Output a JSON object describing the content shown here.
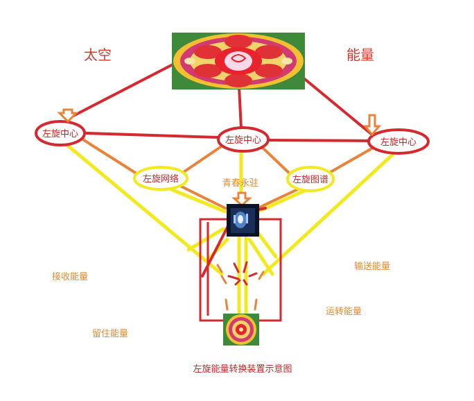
{
  "labels": {
    "space": "太空",
    "energy": "能量",
    "center_left": "左旋中心",
    "center_mid": "左旋中心",
    "center_right": "左旋中心",
    "network": "左旋网络",
    "map": "左旋图谱",
    "youth": "青春永驻",
    "receive": "接收能量",
    "store": "留住能量",
    "transmit": "输送能量",
    "transport": "运转能量",
    "caption": "左旋能量转换装置示意图"
  },
  "colors": {
    "red": "#d6282f",
    "orange": "#e8843a",
    "yellow": "#f2ea1e",
    "label_orange": "#e08a2e"
  },
  "images": {
    "mandala_top": "mandala-image",
    "person_photo": "glowing-figure-photo",
    "mandala_bottom": "small-mandala-image"
  }
}
